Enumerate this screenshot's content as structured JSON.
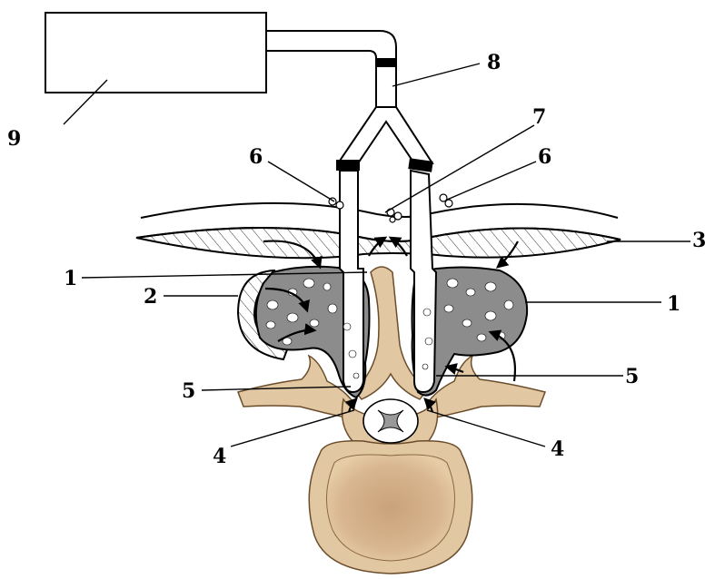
{
  "diagram": {
    "colors": {
      "bone": "#e2c8a2",
      "bone_dark": "#b89468",
      "wound_fill": "#8c8c8c",
      "line": "#000000",
      "background": "#ffffff"
    },
    "labels": {
      "l1_left": "1",
      "l1_right": "1",
      "l2": "2",
      "l3": "3",
      "l4_left": "4",
      "l4_right": "4",
      "l5_left": "5",
      "l5_right": "5",
      "l6_left": "6",
      "l6_right": "6",
      "l7": "7",
      "l8": "8",
      "l9": "9"
    }
  }
}
